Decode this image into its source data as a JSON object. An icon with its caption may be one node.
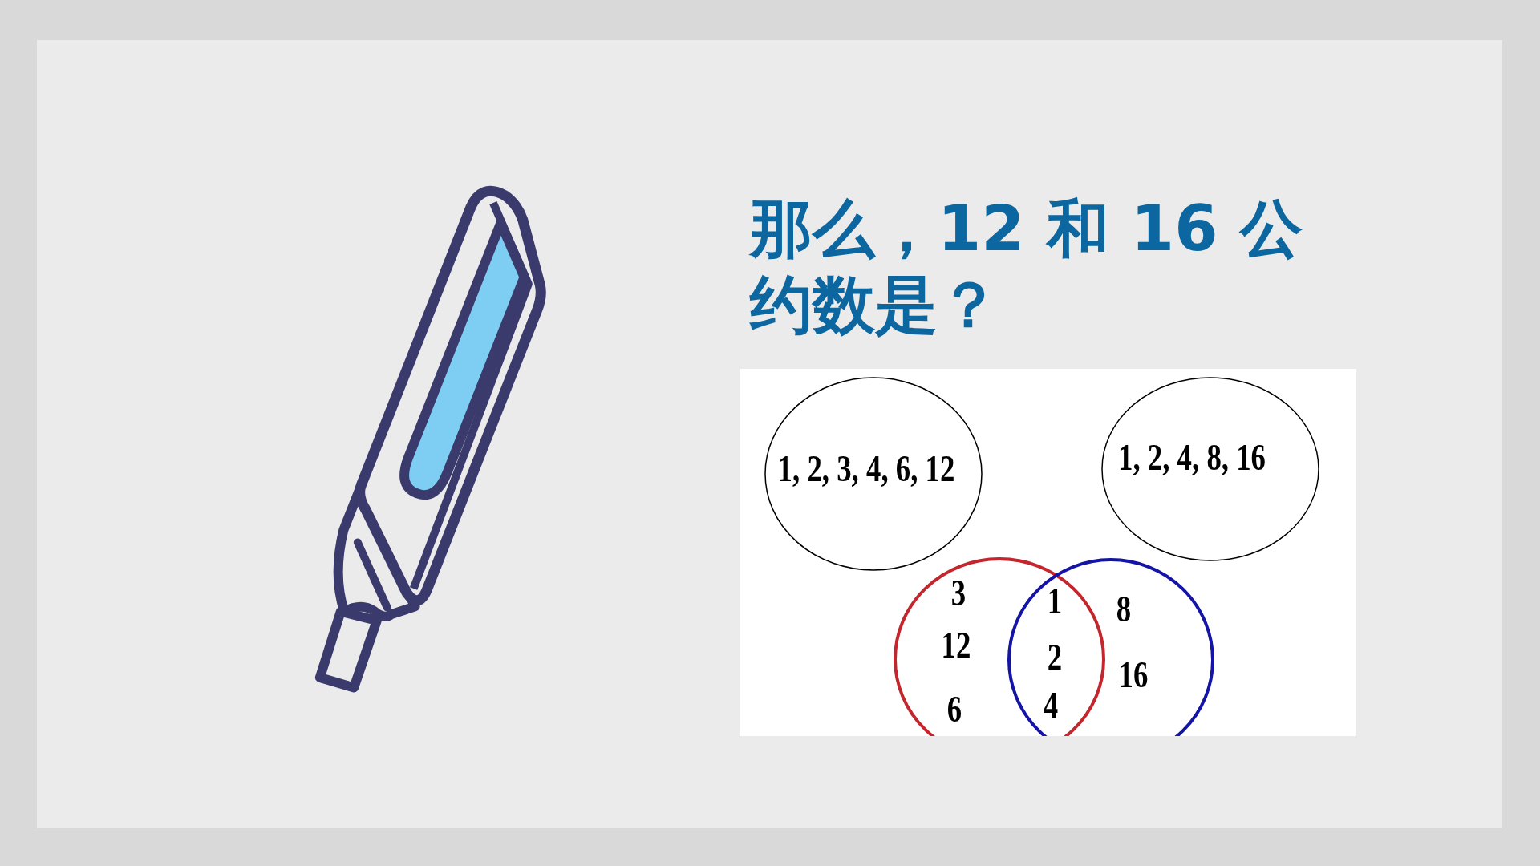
{
  "diagram": {
    "title": "那么，12 和 16 公约数是？",
    "nodes": [
      {
        "text": [
          "1, 2, 3, 4, 6, 12"
        ]
      },
      {
        "text": [
          "1, 2, 4, 8, 16"
        ]
      },
      {
        "text": [
          "3",
          "12",
          "6"
        ]
      },
      {
        "text": [
          "8",
          "16"
        ]
      }
    ],
    "labels": [
      "1",
      "2",
      "4"
    ]
  }
}
